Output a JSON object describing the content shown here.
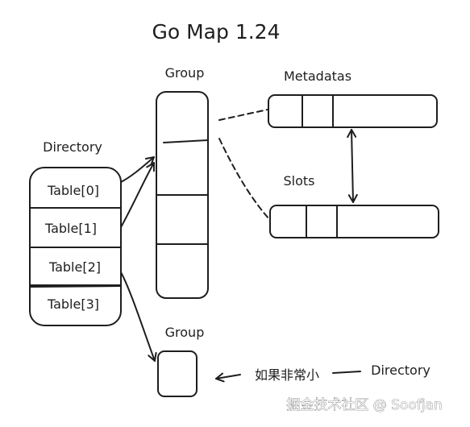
{
  "title": "Go Map 1.24",
  "directory": {
    "label": "Directory",
    "tables": [
      "Table[0]",
      "Table[1]",
      "Table[2]",
      "Table[3]"
    ]
  },
  "group_main": {
    "label": "Group"
  },
  "metadatas": {
    "label": "Metadatas"
  },
  "slots": {
    "label": "Slots"
  },
  "group_small": {
    "label": "Group"
  },
  "note": {
    "text": "如果非常小",
    "target": "Directory"
  },
  "watermark": "掘金技术社区 @ Soofjan",
  "colors": {
    "ink": "#1e1e1e",
    "background": "#ffffff",
    "watermark": "#ffffff"
  }
}
